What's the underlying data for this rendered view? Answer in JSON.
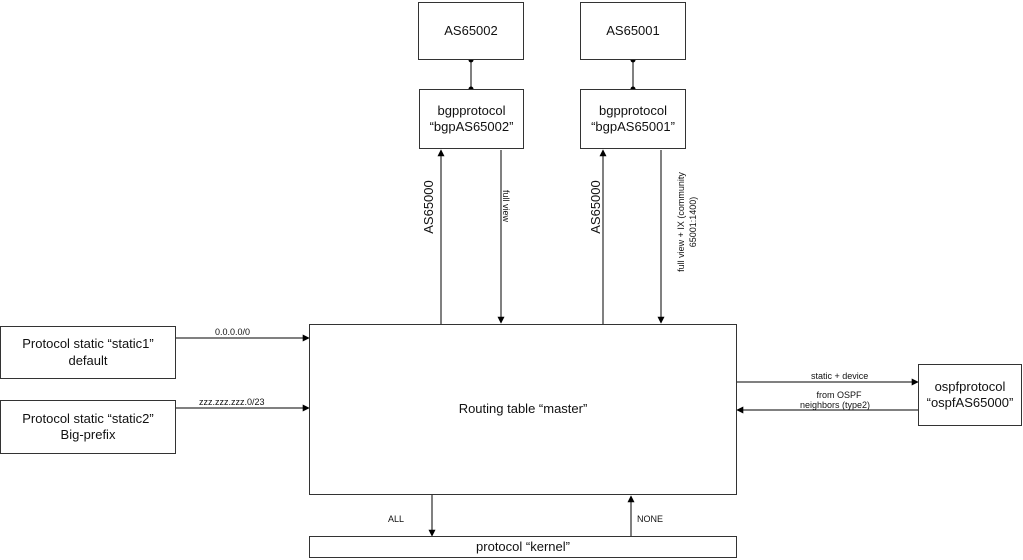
{
  "nodes": {
    "as65002": "AS65002",
    "as65001": "AS65001",
    "bgp_as65002": {
      "line1": "bgpprotocol",
      "line2": "“bgpAS65002”"
    },
    "bgp_as65001": {
      "line1": "bgpprotocol",
      "line2": "“bgpAS65001”"
    },
    "static1": {
      "line1": "Protocol static “static1”",
      "line2": "default"
    },
    "static2": {
      "line1": "Protocol static “static2”",
      "line2": "Big-prefix"
    },
    "master": "Routing table “master”",
    "ospf": {
      "line1": "ospfprotocol",
      "line2": "“ospfAS65000”"
    },
    "kernel": "protocol “kernel”"
  },
  "edges": {
    "static1_to_master": "0.0.0.0/0",
    "static2_to_master": "zzz.zzz.zzz.0/23",
    "master_to_ospf": "static + device",
    "ospf_to_master": {
      "line1": "from OSPF",
      "line2": "neighbors (type2)"
    },
    "master_to_bgp65002": "AS65000",
    "bgp65002_to_master": "full view",
    "master_to_bgp65001": "AS65000",
    "bgp65001_to_master": {
      "line1": "full view + IX (community",
      "line2": "65001:1400)"
    },
    "master_to_kernel": "ALL",
    "kernel_to_master": "NONE"
  }
}
